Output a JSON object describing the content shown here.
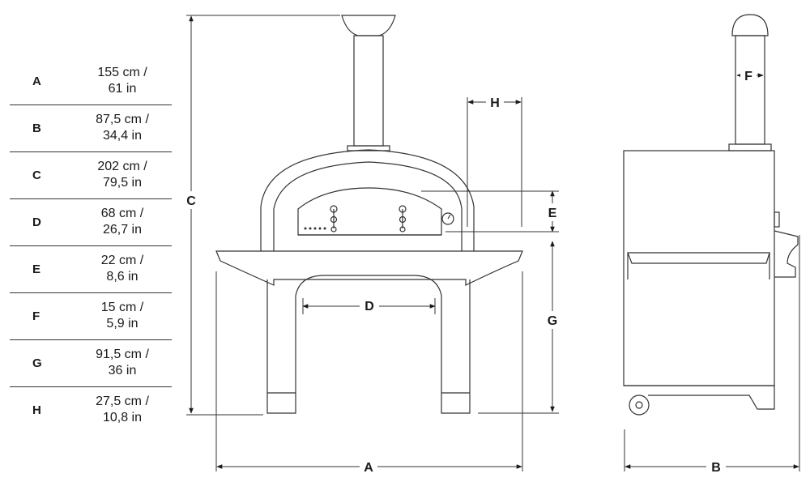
{
  "dimensions": [
    {
      "letter": "A",
      "metric": "155 cm /",
      "imperial": "61 in"
    },
    {
      "letter": "B",
      "metric": "87,5 cm /",
      "imperial": "34,4 in"
    },
    {
      "letter": "C",
      "metric": "202 cm /",
      "imperial": "79,5 in"
    },
    {
      "letter": "D",
      "metric": "68 cm /",
      "imperial": "26,7 in"
    },
    {
      "letter": "E",
      "metric": "22 cm /",
      "imperial": "8,6 in"
    },
    {
      "letter": "F",
      "metric": "15 cm /",
      "imperial": "5,9 in"
    },
    {
      "letter": "G",
      "metric": "91,5 cm /",
      "imperial": "36 in"
    },
    {
      "letter": "H",
      "metric": "27,5 cm /",
      "imperial": "10,8 in"
    }
  ],
  "drawing_labels": {
    "A": "A",
    "B": "B",
    "C": "C",
    "D": "D",
    "E": "E",
    "F": "F",
    "G": "G",
    "H": "H"
  }
}
